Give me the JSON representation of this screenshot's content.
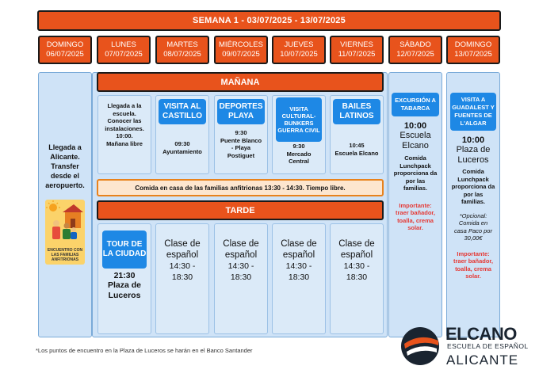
{
  "week": {
    "title": "SEMANA 1 - 03/07/2025 - 13/07/2025"
  },
  "days": [
    {
      "name": "DOMINGO",
      "date": "06/07/2025"
    },
    {
      "name": "LUNES",
      "date": "07/07/2025"
    },
    {
      "name": "MARTES",
      "date": "08/07/2025"
    },
    {
      "name": "MIÉRCOLES",
      "date": "09/07/2025"
    },
    {
      "name": "JUEVES",
      "date": "10/07/2025"
    },
    {
      "name": "VIERNES",
      "date": "11/07/2025"
    },
    {
      "name": "SÁBADO",
      "date": "12/07/2025"
    },
    {
      "name": "DOMINGO",
      "date": "13/07/2025"
    }
  ],
  "sunday_arrival": {
    "text": "Llegada a Alicante. Transfer desde el aeropuerto.",
    "badge": "ENCUENTRO CON LAS FAMILIAS ANFITRIONAS"
  },
  "morning": {
    "title": "MAÑANA",
    "lunes": {
      "text": "Llegada a la escuela. Conocer las instalaciones.",
      "time": "10:00.",
      "extra": "Mañana libre"
    },
    "martes": {
      "activity": "VISITA AL CASTILLO",
      "time": "09:30",
      "place": "Ayuntamiento"
    },
    "miercoles": {
      "activity": "DEPORTES PLAYA",
      "time": "9:30",
      "place": "Puente Blanco - Playa Postiguet"
    },
    "jueves": {
      "activity": "VISITA CULTURAL- BUNKERS GUERRA CIVIL",
      "time": "9:30",
      "place": "Mercado Central"
    },
    "viernes": {
      "activity": "BAILES LATINOS",
      "time": "10:45",
      "place": "Escuela Elcano"
    }
  },
  "lunch": {
    "text": "Comida en casa de las familias anfitrionas 13:30 - 14:30. Tiempo libre."
  },
  "afternoon": {
    "title": "TARDE",
    "lunes": {
      "activity": "TOUR DE LA CIUDAD",
      "time": "21:30",
      "place": "Plaza de Luceros"
    },
    "clase_title": "Clase de español",
    "clase_time": "14:30 - 18:30"
  },
  "saturday": {
    "activity": "EXCURSIÓN A TABARCA",
    "time": "10:00",
    "place": "Escuela Elcano",
    "note": "Comida Lunchpack proporciona da por las familias.",
    "important": "Importante: traer bañador, toalla, crema solar."
  },
  "sunday_last": {
    "activity": "VISITA A GUADALEST Y FUENTES DE L'ALGAR",
    "time": "10:00",
    "place": "Plaza de Luceros",
    "note": "Comida Lunchpack proporciona da por las familias.",
    "optional": "*Opcional: Comida en casa Paco por 30,00€",
    "important": "Importante: traer bañador, toalla, crema solar."
  },
  "footnote": "*Los puntos de encuentro en la Plaza de Luceros se harán en el Banco Santander",
  "logo": {
    "name": "ELCANO",
    "subtitle": "ESCUELA DE ESPAÑOL",
    "city": "ALICANTE"
  },
  "colors": {
    "orange": "#e8531c",
    "blue": "#1e88e5",
    "light_blue": "#cfe3f7",
    "red": "#e53935",
    "dark": "#1a2430"
  }
}
